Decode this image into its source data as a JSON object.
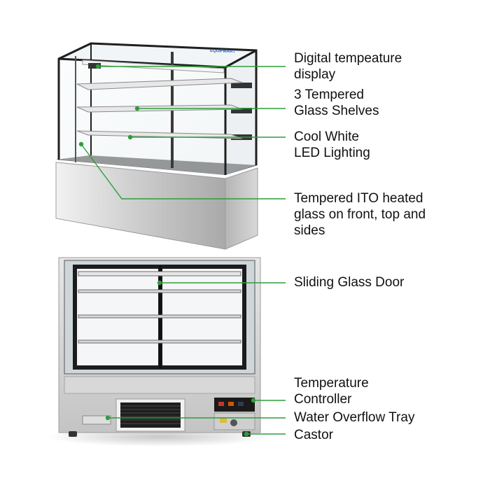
{
  "labels": {
    "temp_display": [
      "Digital tempeature",
      "display"
    ],
    "shelves": [
      "3 Tempered",
      "Glass Shelves"
    ],
    "led": [
      "Cool White",
      "LED Lighting"
    ],
    "glass": [
      "Tempered ITO heated",
      "glass on front, top and",
      "sides"
    ],
    "door": [
      "Sliding Glass Door"
    ],
    "controller": [
      "Temperature",
      "Controller"
    ],
    "tray": [
      "Water Overflow Tray"
    ],
    "castor": [
      "Castor"
    ]
  },
  "logo": "EQUIPMART",
  "colors": {
    "callout_line": "#2e9e3a",
    "dot": "#2e9e3a",
    "frame_dark": "#222222",
    "steel_light": "#e4e4e4",
    "steel_mid": "#bdbdbd"
  }
}
